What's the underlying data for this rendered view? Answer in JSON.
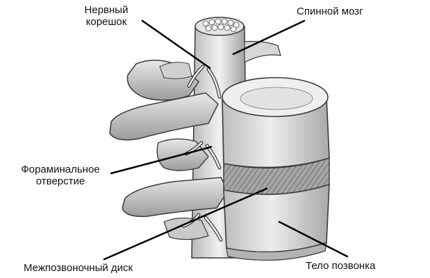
{
  "labels": {
    "nerve_root": {
      "line1": "Нервный",
      "line2": "корешок"
    },
    "spinal_cord": "Спинной мозг",
    "foramen": {
      "line1": "Фораминальное",
      "line2": "отверстие"
    },
    "disc": "Межпозвоночный диск",
    "vertebral_body": "Тело позвонка"
  },
  "colors": {
    "bone_light": "#eeeeee",
    "bone_mid": "#c8c8c8",
    "bone_dark": "#8a8a8a",
    "outline": "#3a3a3a",
    "leader": "#000000"
  }
}
